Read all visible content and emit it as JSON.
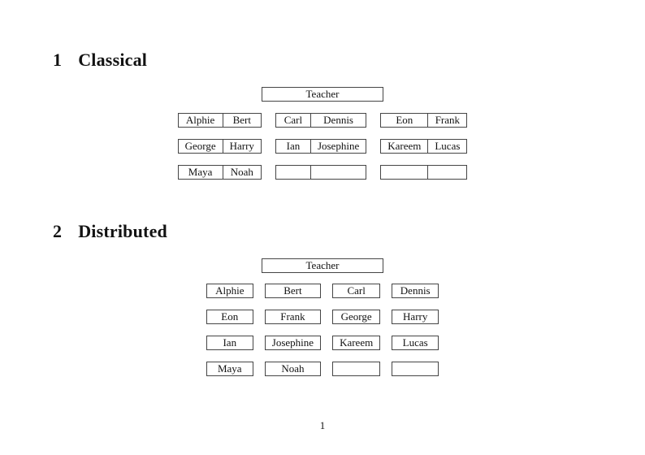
{
  "page": {
    "number": "1"
  },
  "colors": {
    "background": "#ffffff",
    "box_border": "#454545",
    "text": "#121212"
  },
  "classical": {
    "heading_number": "1",
    "heading_title": "Classical",
    "teacher_label": "Teacher",
    "groups": [
      {
        "rows": [
          [
            "Alphie",
            "Bert"
          ],
          [
            "George",
            "Harry"
          ],
          [
            "Maya",
            "Noah"
          ]
        ]
      },
      {
        "rows": [
          [
            "Carl",
            "Dennis"
          ],
          [
            "Ian",
            "Josephine"
          ],
          [
            "",
            ""
          ]
        ]
      },
      {
        "rows": [
          [
            "Eon",
            "Frank"
          ],
          [
            "Kareem",
            "Lucas"
          ],
          [
            "",
            ""
          ]
        ]
      }
    ]
  },
  "distributed": {
    "heading_number": "2",
    "heading_title": "Distributed",
    "teacher_label": "Teacher",
    "rows": [
      [
        "Alphie",
        "Bert",
        "Carl",
        "Dennis"
      ],
      [
        "Eon",
        "Frank",
        "George",
        "Harry"
      ],
      [
        "Ian",
        "Josephine",
        "Kareem",
        "Lucas"
      ],
      [
        "Maya",
        "Noah",
        "",
        ""
      ]
    ]
  }
}
